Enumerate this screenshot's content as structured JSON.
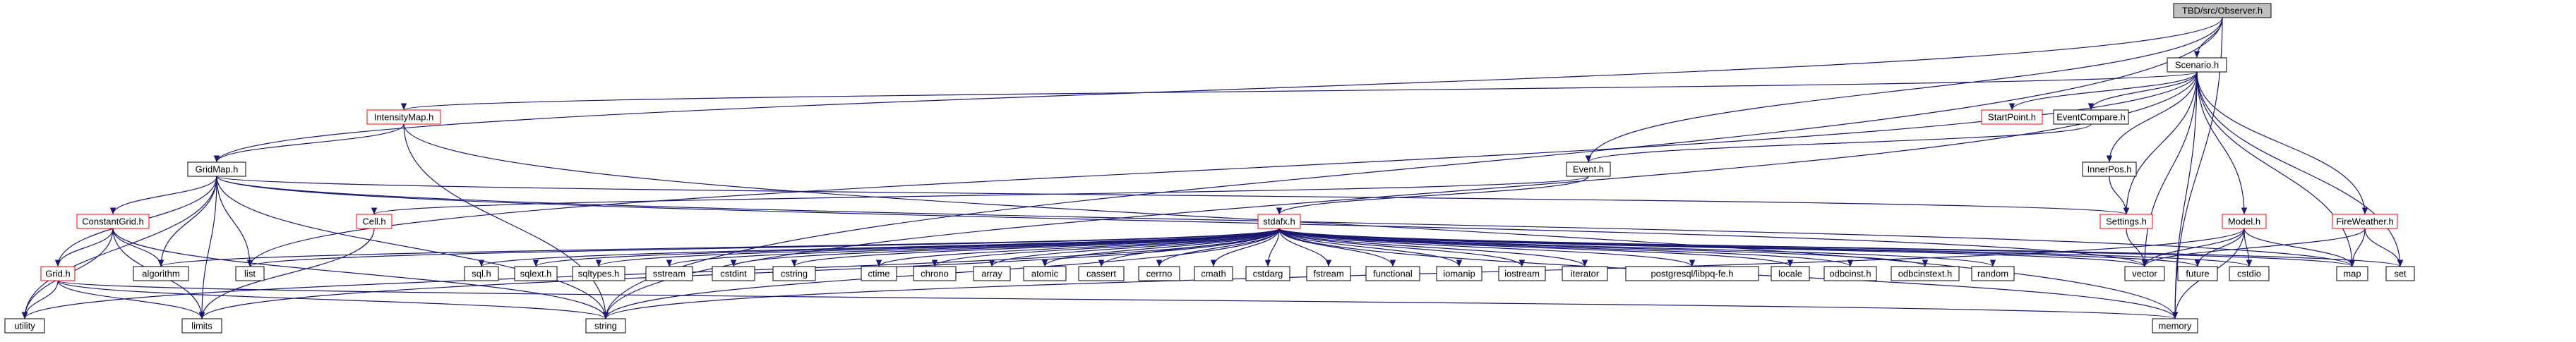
{
  "colors": {
    "edge": "#191970",
    "node_border": "#000000",
    "node_border_missing": "#ff0000",
    "node_fill": "#ffffff",
    "node_fill_root": "#bfbfbf",
    "text": "#000000"
  },
  "nodes": {
    "observer_h": "TBD/src/Observer.h",
    "scenario_h": "Scenario.h",
    "intensitymap_h": "IntensityMap.h",
    "startpoint_h": "StartPoint.h",
    "eventcompare_h": "EventCompare.h",
    "gridmap_h": "GridMap.h",
    "event_h": "Event.h",
    "innerpos_h": "InnerPos.h",
    "constantgrid_h": "ConstantGrid.h",
    "cell_h": "Cell.h",
    "stdafx_h": "stdafx.h",
    "settings_h": "Settings.h",
    "model_h": "Model.h",
    "fireweather_h": "FireWeather.h",
    "grid_h": "Grid.h",
    "algorithm": "algorithm",
    "list": "list",
    "sql_h": "sql.h",
    "sqlext_h": "sqlext.h",
    "sqltypes_h": "sqltypes.h",
    "sstream": "sstream",
    "cstdint": "cstdint",
    "cstring": "cstring",
    "ctime": "ctime",
    "chrono": "chrono",
    "array": "array",
    "atomic": "atomic",
    "cassert": "cassert",
    "cerrno": "cerrno",
    "cmath": "cmath",
    "cstdarg": "cstdarg",
    "fstream": "fstream",
    "functional": "functional",
    "iomanip": "iomanip",
    "iostream": "iostream",
    "iterator": "iterator",
    "postgresql_libpq_fe_h": "postgresql/libpq-fe.h",
    "locale": "locale",
    "odbcinst_h": "odbcinst.h",
    "odbcinstext_h": "odbcinstext.h",
    "random": "random",
    "vector": "vector",
    "future": "future",
    "cstdio": "cstdio",
    "map": "map",
    "set": "set",
    "utility": "utility",
    "limits": "limits",
    "string": "string",
    "memory": "memory"
  }
}
